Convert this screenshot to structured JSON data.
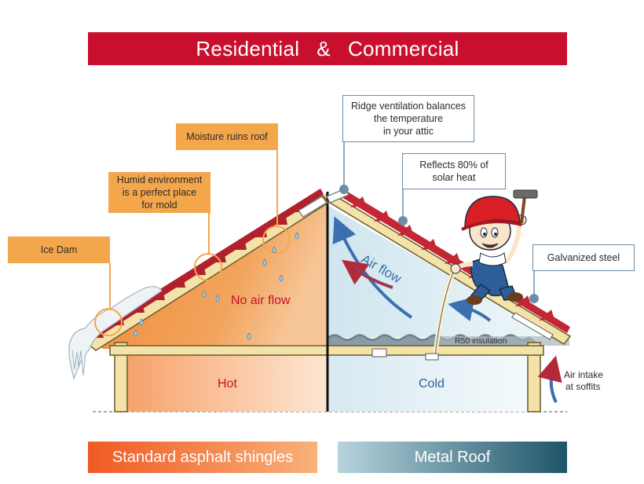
{
  "title": {
    "left": "Residential",
    "amp": "&",
    "right": "Commercial"
  },
  "callouts": {
    "ice_dam": "Ice Dam",
    "humid": [
      "Humid environment",
      "is a perfect place",
      "for mold"
    ],
    "moisture": "Moisture ruins roof",
    "ridge": [
      "Ridge ventilation balances",
      "the temperature",
      "in your attic"
    ],
    "reflects": [
      "Reflects 80% of",
      "solar heat"
    ],
    "galvanized": "Galvanized steel"
  },
  "labels": {
    "no_air_flow": "No air flow",
    "air_flow": "Air flow",
    "hot": "Hot",
    "cold": "Cold",
    "insulation": "R50 insulation",
    "air_intake": [
      "Air intake",
      "at soffits"
    ]
  },
  "footer": {
    "left": "Standard asphalt shingles",
    "right": "Metal Roof"
  },
  "colors": {
    "banner": "#c8102e",
    "callout_orange": "#f4a64a",
    "callout_border": "#6d8ca8",
    "hot_text": "#c8102e",
    "cold_text": "#2f5f9a",
    "air_arrow_blue": "#3c6fb0",
    "air_arrow_red": "#b22a3a"
  }
}
